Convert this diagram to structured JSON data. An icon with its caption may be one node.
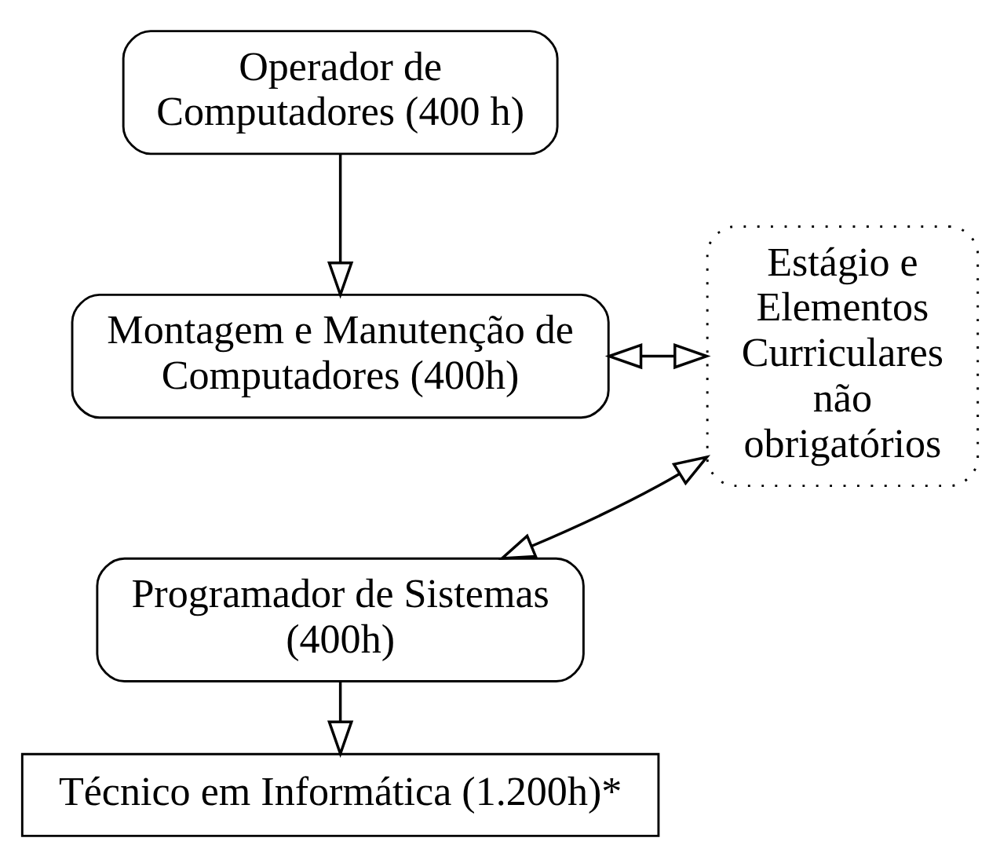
{
  "diagram": {
    "nodes": [
      {
        "text": [
          "Operador de Computadores (400 h)"
        ]
      },
      {
        "text": [
          "Montagem e Manutenção de Computadores (400h)"
        ]
      },
      {
        "text": [
          "Programador de Sistemas (400h)"
        ]
      },
      {
        "text": [
          "Técnico em Informática (1.200h)*"
        ]
      },
      {
        "text": [
          "Estágio e Elementos Curriculares não obrigatórios"
        ]
      }
    ],
    "edges": [
      {
        "from": 0,
        "to": 1,
        "arrow": "to"
      },
      {
        "from": 1,
        "to": 4,
        "arrow": "both"
      },
      {
        "from": 2,
        "to": 4,
        "arrow": "both"
      },
      {
        "from": 2,
        "to": 3,
        "arrow": "to"
      }
    ]
  }
}
